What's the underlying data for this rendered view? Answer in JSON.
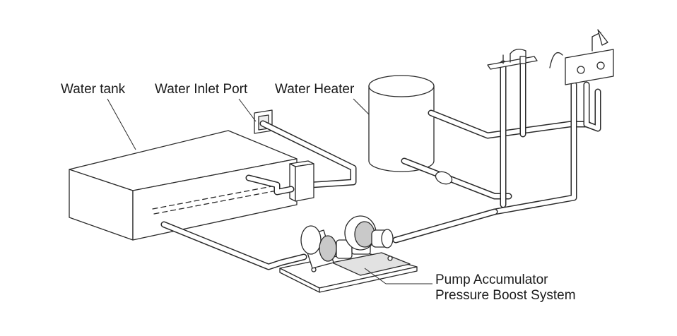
{
  "labels": {
    "water_tank": "Water tank",
    "water_inlet_port": "Water Inlet Port",
    "water_heater": "Water Heater",
    "pump_line1": "Pump Accumulator",
    "pump_line2": "Pressure Boost System"
  },
  "colors": {
    "line": "#2a2a2a",
    "fill": "#ffffff",
    "shade": "#c9c9c9"
  }
}
